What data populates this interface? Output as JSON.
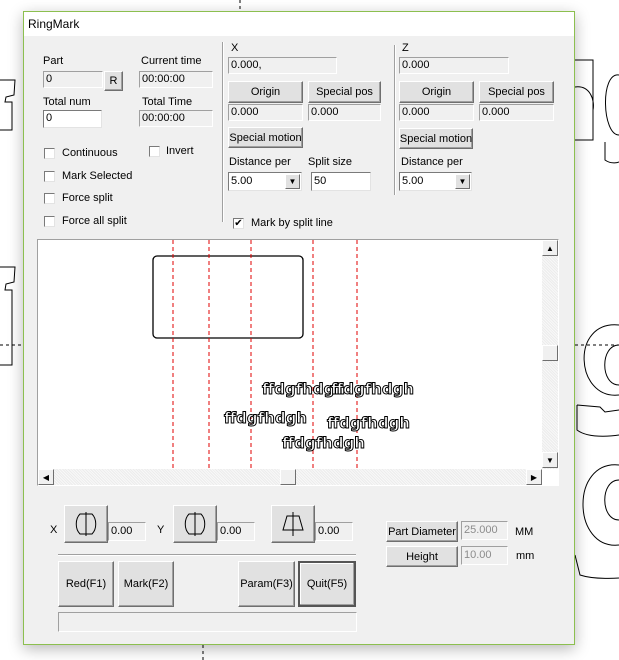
{
  "window": {
    "title": "RingMark"
  },
  "left_panel": {
    "part_label": "Part",
    "part_value": "0",
    "reset_button": "R",
    "current_time_label": "Current time",
    "current_time_value": "00:00:00",
    "total_num_label": "Total num",
    "total_num_value": "0",
    "total_time_label": "Total Time",
    "total_time_value": "00:00:00"
  },
  "options": {
    "continuous": {
      "label": "Continuous",
      "checked": false
    },
    "invert": {
      "label": "Invert",
      "checked": false
    },
    "mark_selected": {
      "label": "Mark Selected",
      "checked": false
    },
    "force_split": {
      "label": "Force split",
      "checked": false
    },
    "force_all_split": {
      "label": "Force all split",
      "checked": false
    },
    "mark_by_split_line": {
      "label": "Mark by split line",
      "checked": true,
      "check_glyph": "✔"
    }
  },
  "x_axis": {
    "label": "X",
    "position": "0.000,",
    "origin_button": "Origin",
    "special_pos_button": "Special pos",
    "origin_value": "0.000",
    "special_pos_value": "0.000",
    "special_motion_button": "Special motion",
    "distance_per_label": "Distance per",
    "distance_per_value": "5.00",
    "split_size_label": "Split size",
    "split_size_value": "50"
  },
  "z_axis": {
    "label": "Z",
    "position": "0.000",
    "origin_button": "Origin",
    "special_pos_button": "Special pos",
    "origin_value": "0.000",
    "special_pos_value": "0.000",
    "special_motion_button": "Special motion",
    "distance_per_label": "Distance per",
    "distance_per_value": "5.00"
  },
  "preview": {
    "texts": [
      "ffdgfhdgh",
      "ffdgfhdgh",
      "ffdgfhdgh",
      "ffdgfhdgh",
      "ffdgfhdgh"
    ],
    "split_line_color": "#e00000",
    "split_line_count": 5
  },
  "transform": {
    "x_label": "X",
    "x_value": "0.00",
    "y_label": "Y",
    "y_value": "0.00",
    "taper_value": "0.00",
    "icons": [
      "mirror-x-icon",
      "mirror-y-icon",
      "taper-icon"
    ]
  },
  "part_settings": {
    "diameter_button": "Part Diameter",
    "diameter_value": "25.000",
    "diameter_unit": "MM",
    "height_button": "Height",
    "height_value": "10.00",
    "height_unit": "mm"
  },
  "actions": {
    "red": "Red(F1)",
    "mark": "Mark(F2)",
    "param": "Param(F3)",
    "quit": "Quit(F5)"
  },
  "status_bar": {
    "text": ""
  },
  "scroll_glyphs": {
    "up": "▲",
    "down": "▼",
    "left": "◀",
    "right": "▶",
    "dropdown": "▼"
  }
}
